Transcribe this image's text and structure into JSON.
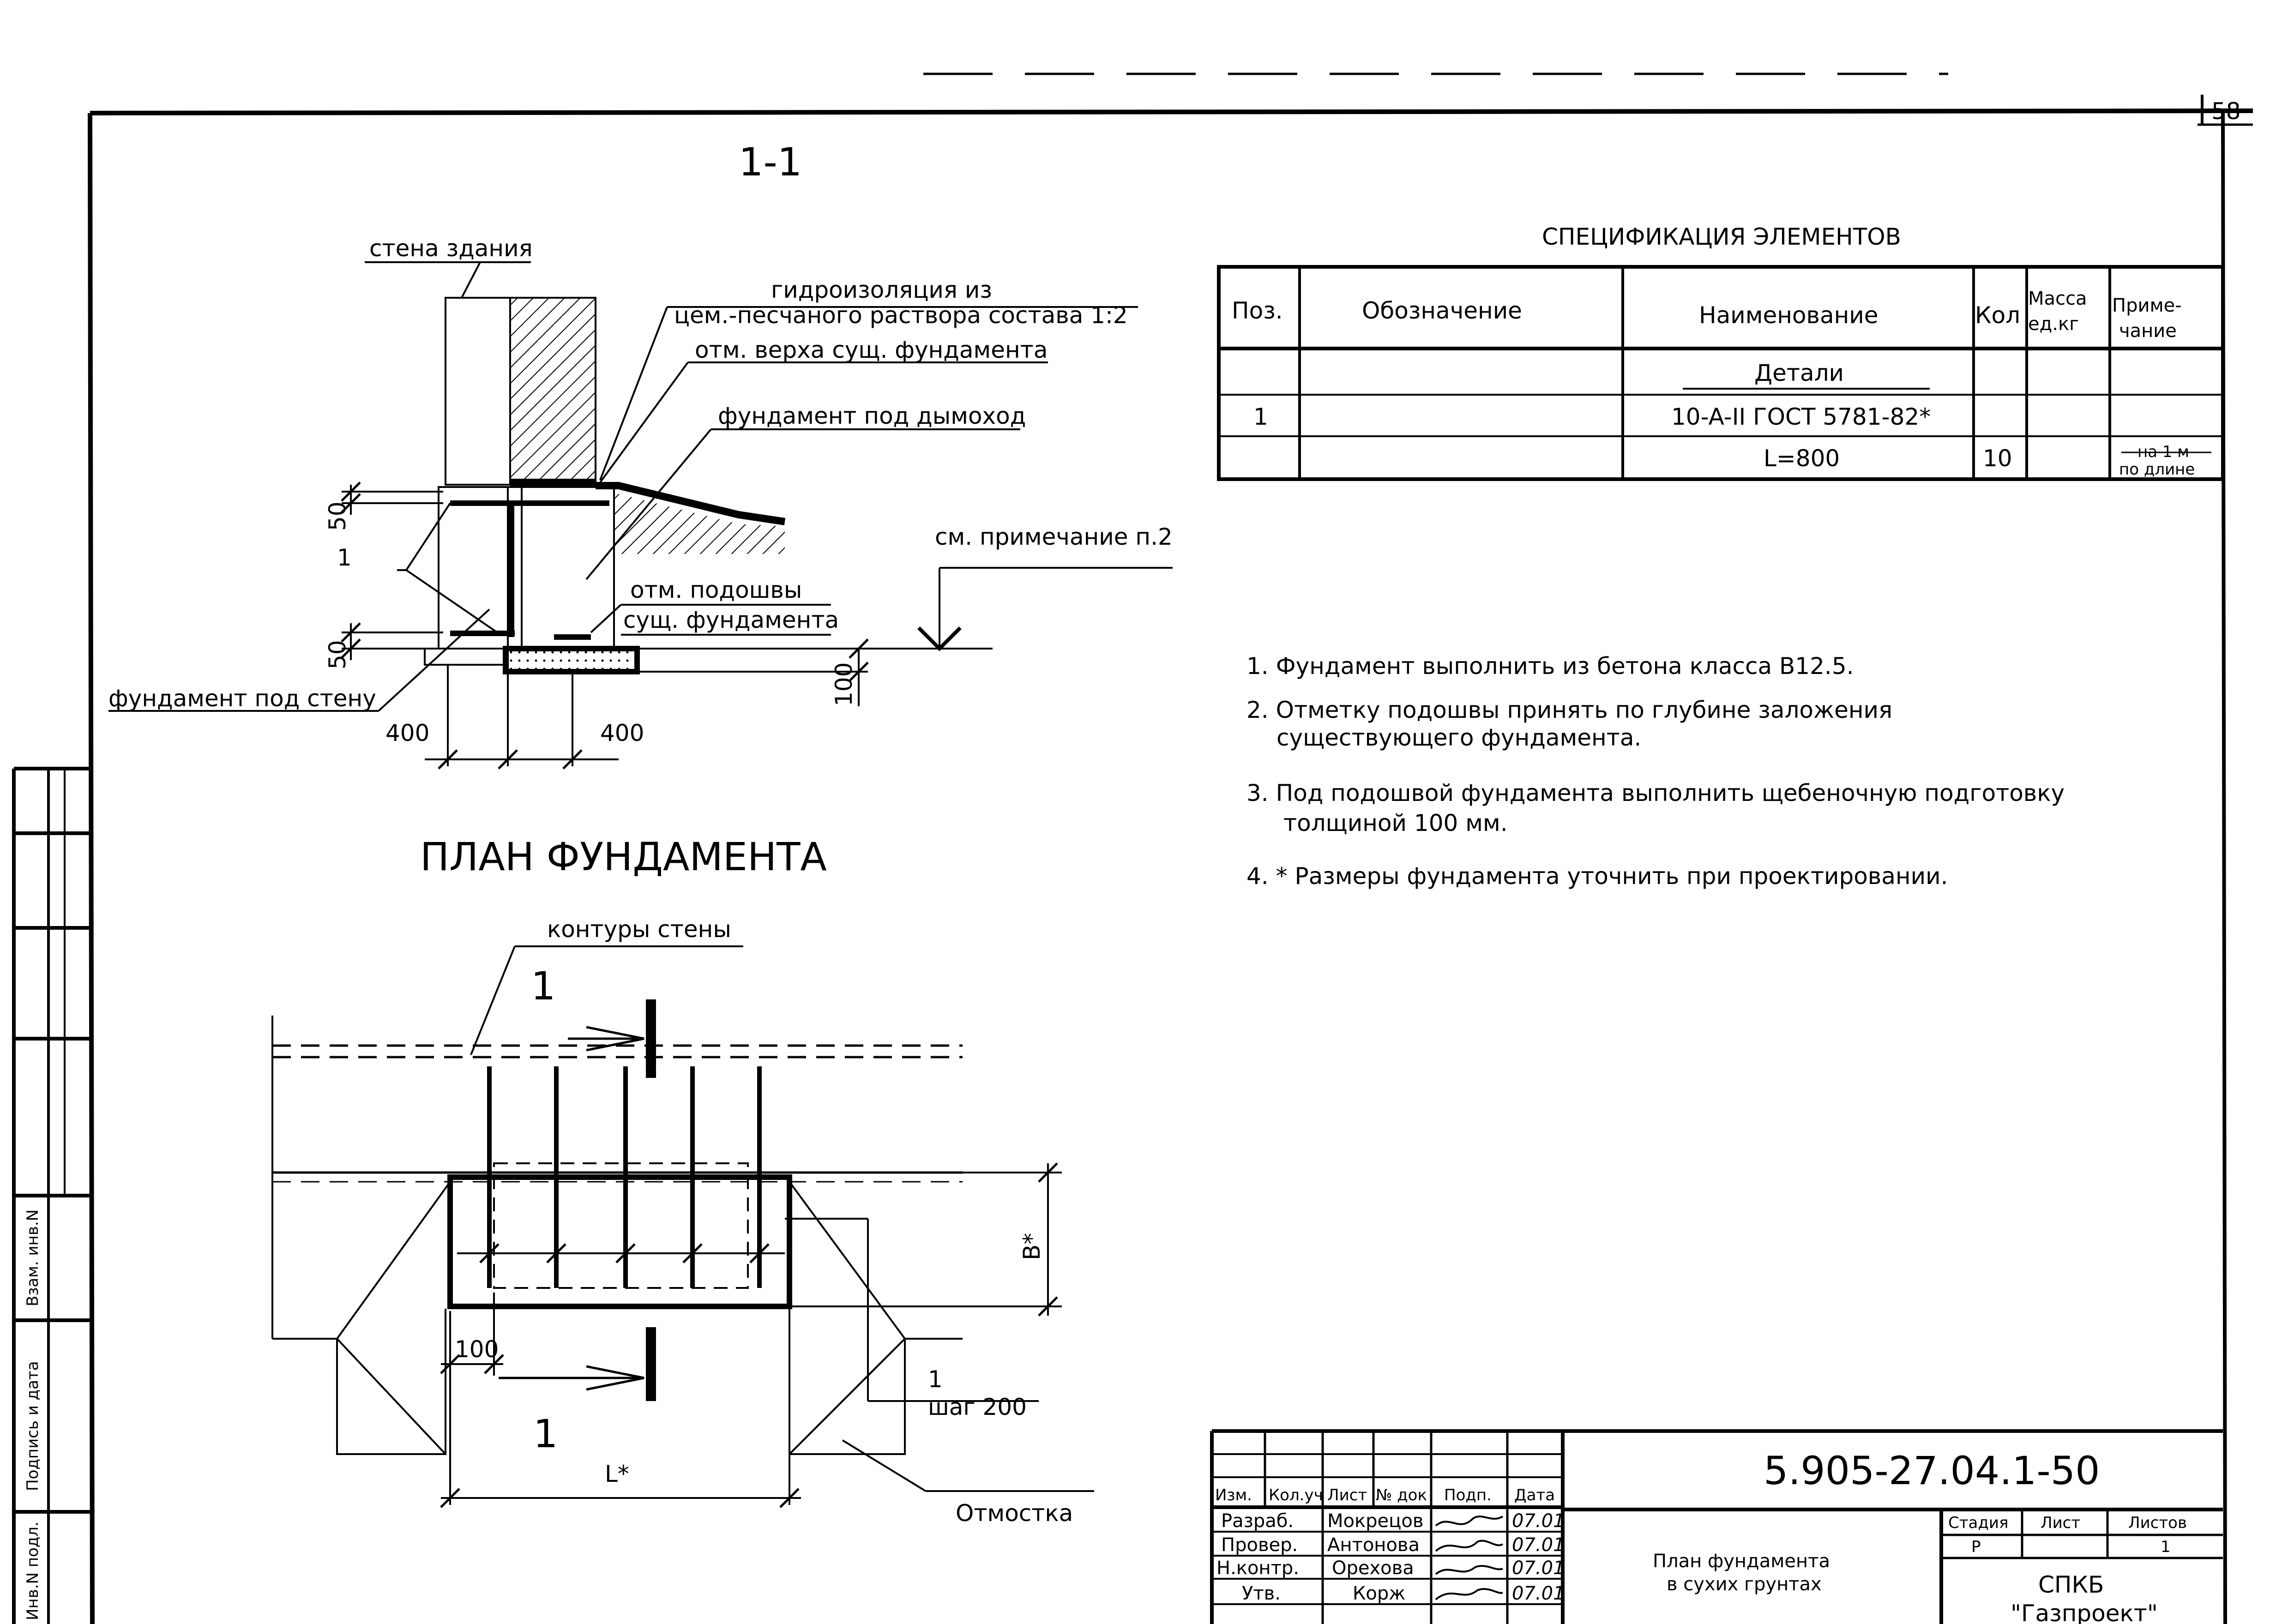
{
  "sheet_number": "58",
  "section": {
    "title": "1-1",
    "labels": {
      "building_wall": "стена здания",
      "waterproofing_line1": "гидроизоляция из",
      "waterproofing_line2": "цем.-песчаного раствора состава 1:2",
      "existing_top": "отм. верха сущ. фундамента",
      "chimney_foundation": "фундамент под дымоход",
      "see_note": "см. примечание п.2",
      "sole_line1": "отм. подошвы",
      "sole_line2": "сущ. фундамента",
      "wall_foundation": "фундамент под стену",
      "pos1": "1"
    },
    "dims": {
      "top_offset": "50",
      "bottom_offset": "50",
      "gravel": "100",
      "left_width": "400",
      "right_width": "400"
    }
  },
  "plan": {
    "title": "ПЛАН ФУНДАМЕНТА",
    "labels": {
      "wall_contour": "контуры стены",
      "cut_top": "1",
      "cut_bottom": "1",
      "b_dim": "B*",
      "l_dim": "L*",
      "edge_dim": "100",
      "bar_pos": "1",
      "bar_step": "шаг 200",
      "blind_area": "Отмостка"
    }
  },
  "specification": {
    "title": "СПЕЦИФИКАЦИЯ ЭЛЕМЕНТОВ",
    "headers": {
      "pos": "Поз.",
      "designation": "Обозначение",
      "name": "Наименование",
      "qty": "Кол",
      "mass_1": "Масса",
      "mass_2": "ед.кг",
      "note_1": "Приме-",
      "note_2": "чание"
    },
    "rows": [
      {
        "pos": "",
        "designation": "",
        "name": "Детали",
        "qty": "",
        "mass": "",
        "note": ""
      },
      {
        "pos": "1",
        "designation": "",
        "name": "10-A-II ГОСТ 5781-82*",
        "qty": "",
        "mass": "",
        "note": ""
      },
      {
        "pos": "",
        "designation": "",
        "name": "L=800",
        "qty": "10",
        "mass": "",
        "note_1": "на 1 м",
        "note_2": "по длине"
      }
    ]
  },
  "notes": [
    "1. Фундамент выполнить из бетона класса В12.5.",
    "2. Отметку подошвы принять по глубине заложения",
    "существующего фундамента.",
    "3. Под подошвой фундамента выполнить щебеночную подготовку",
    "толщиной 100 мм.",
    "4. * Размеры фундамента уточнить при проектировании."
  ],
  "side_stamp": {
    "cell1": "Взам. инв.N",
    "cell2": "Подпись и дата",
    "cell3": "Инв.N подл."
  },
  "title_block": {
    "code": "5.905-27.04.1-50",
    "col_headers": [
      "Изм.",
      "Кол.уч",
      "Лист",
      "№ док",
      "Подп.",
      "Дата"
    ],
    "people": [
      {
        "role": "Разраб.",
        "name": "Мокрецов",
        "date": "07.01"
      },
      {
        "role": "Провер.",
        "name": "Антонова",
        "date": "07.01"
      },
      {
        "role": "Н.контр.",
        "name": "Орехова",
        "date": "07.01"
      },
      {
        "role": "Утв.",
        "name": "Корж",
        "date": "07.01"
      }
    ],
    "sheet_title_line1": "План фундамента",
    "sheet_title_line2": "в сухих грунтах",
    "stage_label": "Стадия",
    "sheet_label": "Лист",
    "sheets_label": "Листов",
    "stage": "Р",
    "sheets": "1",
    "org_line1": "СПКБ",
    "org_line2": "\"Газпроект\""
  }
}
